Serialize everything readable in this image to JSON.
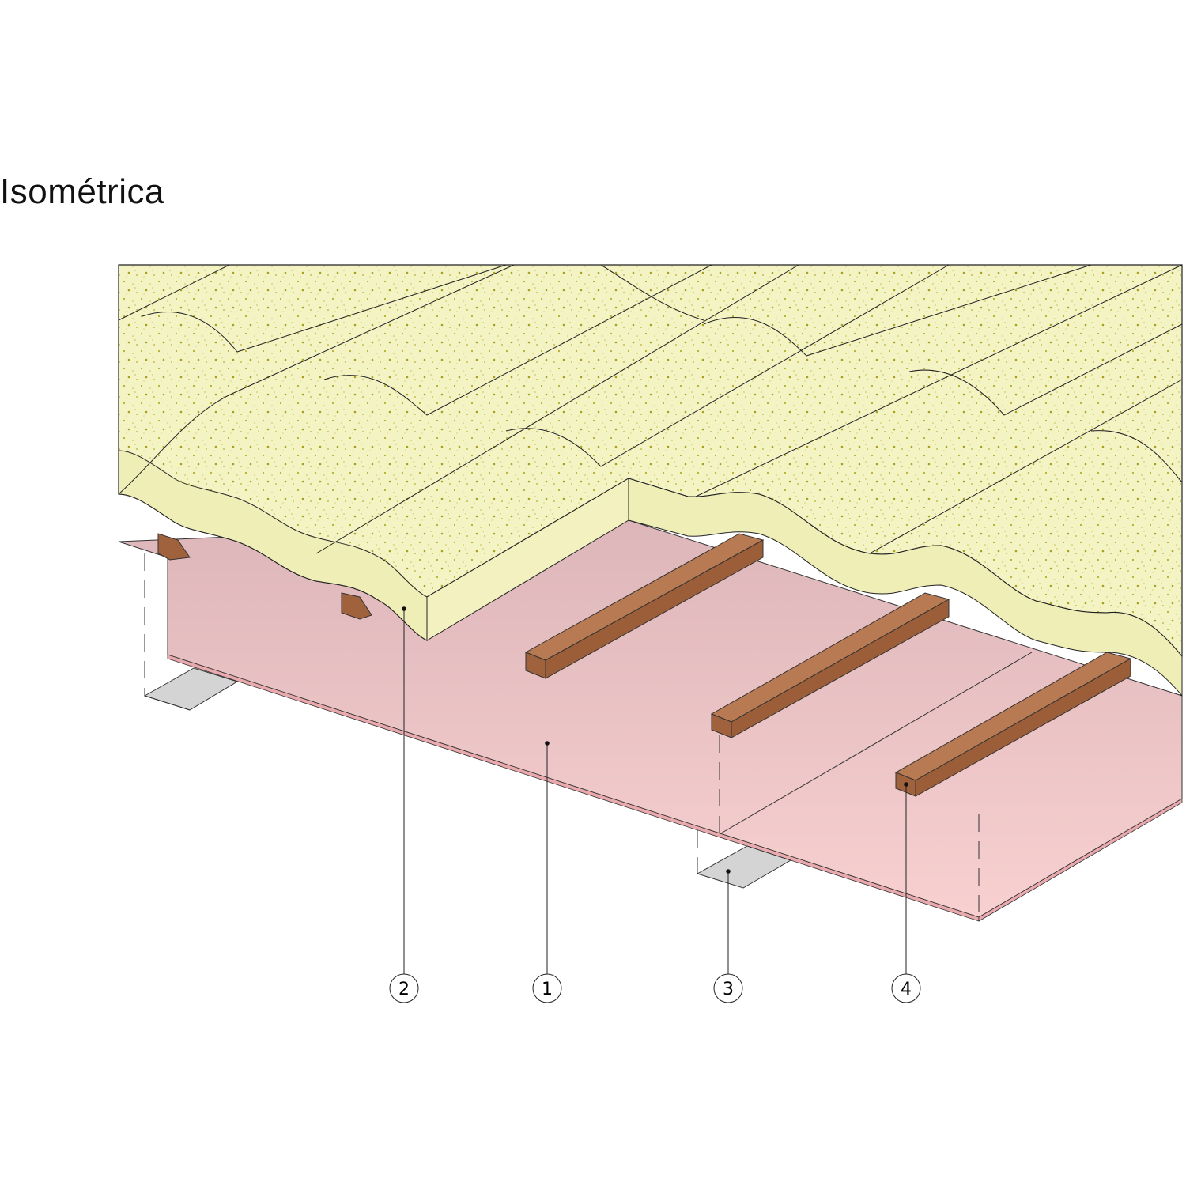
{
  "title": "Isométrica",
  "callouts": [
    {
      "number": "1",
      "target": "board"
    },
    {
      "number": "2",
      "target": "tile"
    },
    {
      "number": "3",
      "target": "metal-profile"
    },
    {
      "number": "4",
      "target": "batten"
    }
  ],
  "colors": {
    "tile": "#f4f3c4",
    "tile_speckle": "#b6ae2a",
    "board": "#f3c9cb",
    "batten": "#a86a44",
    "profile": "#cfcfcf"
  }
}
